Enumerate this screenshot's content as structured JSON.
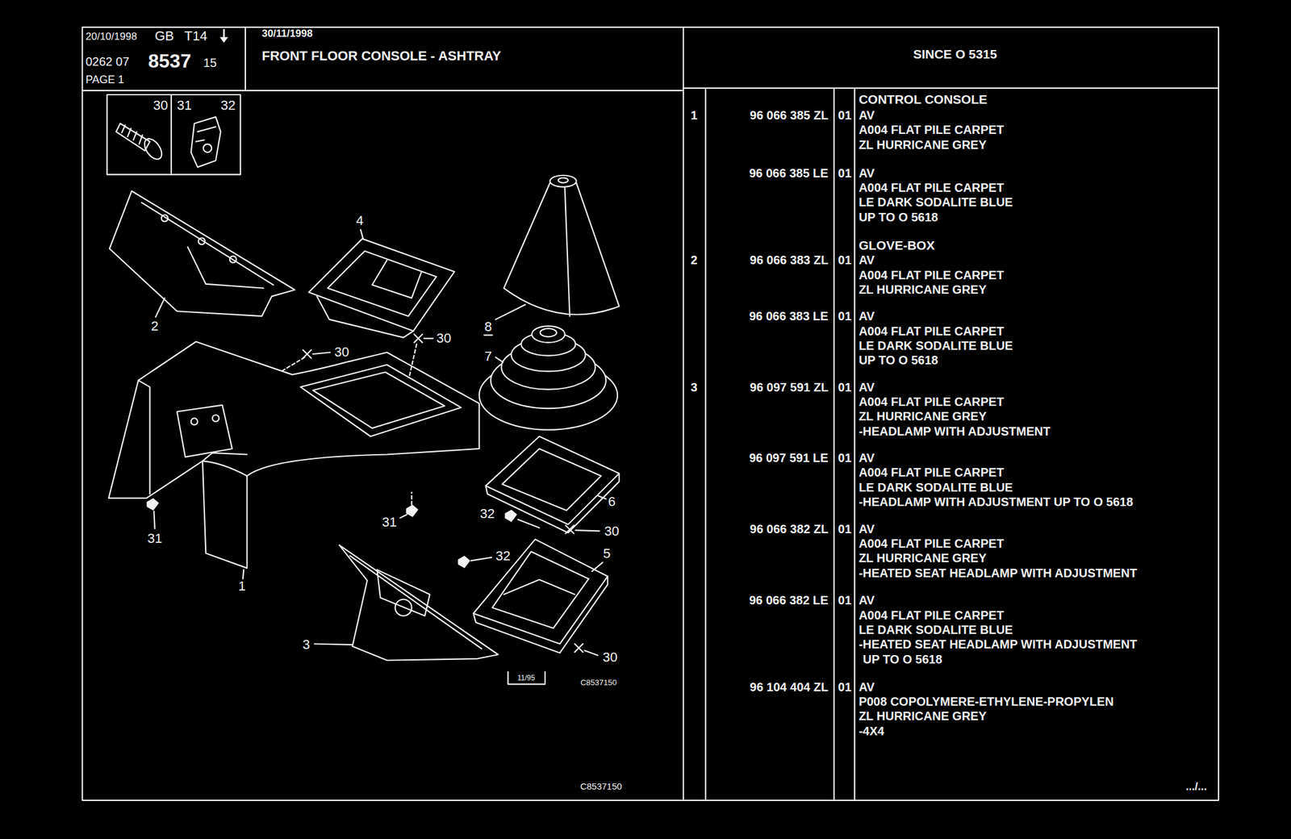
{
  "diagram": {
    "title": "FRONT FLOOR CONSOLE - ASHTRAY",
    "labels": [
      "20/10/1998",
      "GB",
      "T14",
      "0262 07",
      "8537",
      "15",
      "PAGE 1",
      "30/11/1998",
      "SINCE O 5315",
      "30",
      "31",
      "32",
      "4",
      "2",
      "8",
      "7",
      "30",
      "30",
      "31",
      "31",
      "32",
      "6",
      "30",
      "32",
      "5",
      "30",
      "3",
      "1",
      "11/95",
      "C8537150",
      "C8537150",
      ".../...",
      "CONTROL CONSOLE",
      "1",
      "96 066 385 ZL",
      "01",
      "AV",
      "A004 FLAT PILE CARPET",
      "ZL HURRICANE GREY",
      "96 066 385 LE",
      "01",
      "AV",
      "A004 FLAT PILE CARPET",
      "LE DARK SODALITE BLUE",
      "UP TO O 5618",
      "GLOVE-BOX",
      "2",
      "96 066 383 ZL",
      "01",
      "AV",
      "A004 FLAT PILE CARPET",
      "ZL HURRICANE GREY",
      "96 066 383 LE",
      "01",
      "AV",
      "A004 FLAT PILE CARPET",
      "LE DARK SODALITE BLUE",
      "UP TO O 5618",
      "3",
      "96 097 591 ZL",
      "01",
      "AV",
      "A004 FLAT PILE CARPET",
      "ZL HURRICANE GREY",
      "-HEADLAMP WITH ADJUSTMENT",
      "96 097 591 LE",
      "01",
      "AV",
      "A004 FLAT PILE CARPET",
      "LE DARK SODALITE BLUE",
      "-HEADLAMP WITH ADJUSTMENT UP TO O 5618",
      "96 066 382 ZL",
      "01",
      "AV",
      "A004 FLAT PILE CARPET",
      "ZL HURRICANE GREY",
      "-HEATED SEAT HEADLAMP WITH ADJUSTMENT",
      "96 066 382 LE",
      "01",
      "AV",
      "A004 FLAT PILE CARPET",
      "LE DARK SODALITE BLUE",
      "-HEATED SEAT HEADLAMP WITH ADJUSTMENT",
      "UP TO O 5618",
      "96 104 404 ZL",
      "01",
      "AV",
      "P008 COPOLYMERE-ETHYLENE-PROPYLEN",
      "ZL HURRICANE GREY",
      "-4X4"
    ]
  }
}
